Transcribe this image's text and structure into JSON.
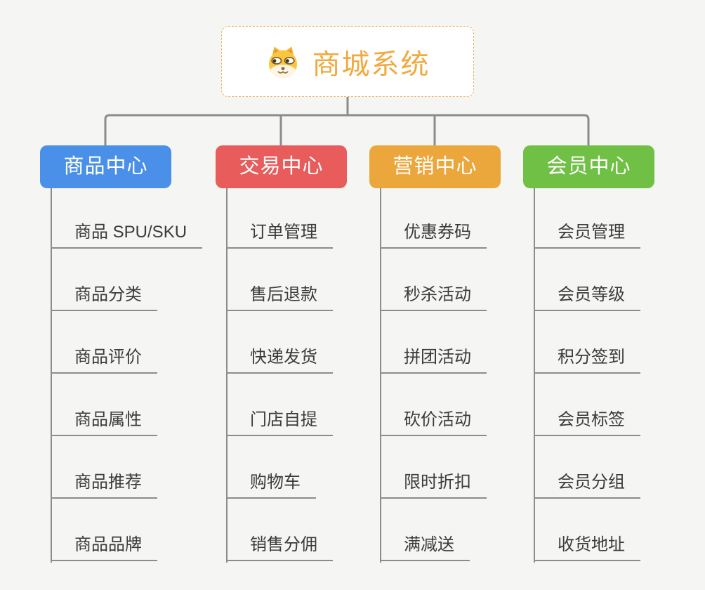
{
  "canvas": {
    "background": "#f5f5f3",
    "connector_color": "#8c8c8c"
  },
  "root": {
    "title": "商城系统",
    "title_color": "#f2a93e",
    "border_color": "#eeb065",
    "icon": "dog-face-icon"
  },
  "branches": [
    {
      "label": "商品中心",
      "color": "#4a8fe8",
      "items": [
        "商品 SPU/SKU",
        "商品分类",
        "商品评价",
        "商品属性",
        "商品推荐",
        "商品品牌"
      ]
    },
    {
      "label": "交易中心",
      "color": "#e85c5c",
      "items": [
        "订单管理",
        "售后退款",
        "快递发货",
        "门店自提",
        "购物车",
        "销售分佣"
      ]
    },
    {
      "label": "营销中心",
      "color": "#eca73c",
      "items": [
        "优惠券码",
        "秒杀活动",
        "拼团活动",
        "砍价活动",
        "限时折扣",
        "满减送"
      ]
    },
    {
      "label": "会员中心",
      "color": "#6fc045",
      "items": [
        "会员管理",
        "会员等级",
        "积分签到",
        "会员标签",
        "会员分组",
        "收货地址"
      ]
    }
  ]
}
